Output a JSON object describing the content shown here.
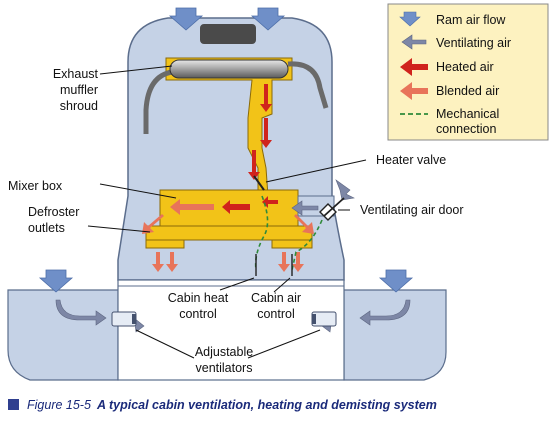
{
  "legend": {
    "items": [
      {
        "label": "Ram air flow",
        "icon": "ram-air-arrow-icon",
        "color": "#6f8fc8"
      },
      {
        "label": "Ventilating air",
        "icon": "ventilating-air-arrow-icon",
        "color": "#7d87a6"
      },
      {
        "label": "Heated air",
        "icon": "heated-air-arrow-icon",
        "color": "#d0231c"
      },
      {
        "label": "Blended air",
        "icon": "blended-air-arrow-icon",
        "color": "#e8745a"
      },
      {
        "label": "Mechanical",
        "label2": "connection",
        "icon": "mechanical-connection-dash-icon",
        "color": "#2f8a3a"
      }
    ]
  },
  "callouts": {
    "exhaust": [
      "Exhaust",
      "muffler",
      "shroud"
    ],
    "mixer_box": "Mixer box",
    "defroster": [
      "Defroster",
      "outlets"
    ],
    "heater_valve": "Heater valve",
    "ventilating_air_door": "Ventilating air door",
    "cabin_heat": [
      "Cabin heat",
      "control"
    ],
    "cabin_air": [
      "Cabin air",
      "control"
    ],
    "adjustable": [
      "Adjustable",
      "ventilators"
    ]
  },
  "caption": {
    "figure_number": "Figure 15-5",
    "title": "A typical cabin ventilation, heating and demisting system"
  },
  "colors": {
    "fuselage": "#c5d2e6",
    "duct_yellow": "#f2c318",
    "heated": "#d0231c",
    "blended": "#e8745a",
    "ram": "#6f8fc8",
    "legend_bg": "#fdf2c0"
  }
}
